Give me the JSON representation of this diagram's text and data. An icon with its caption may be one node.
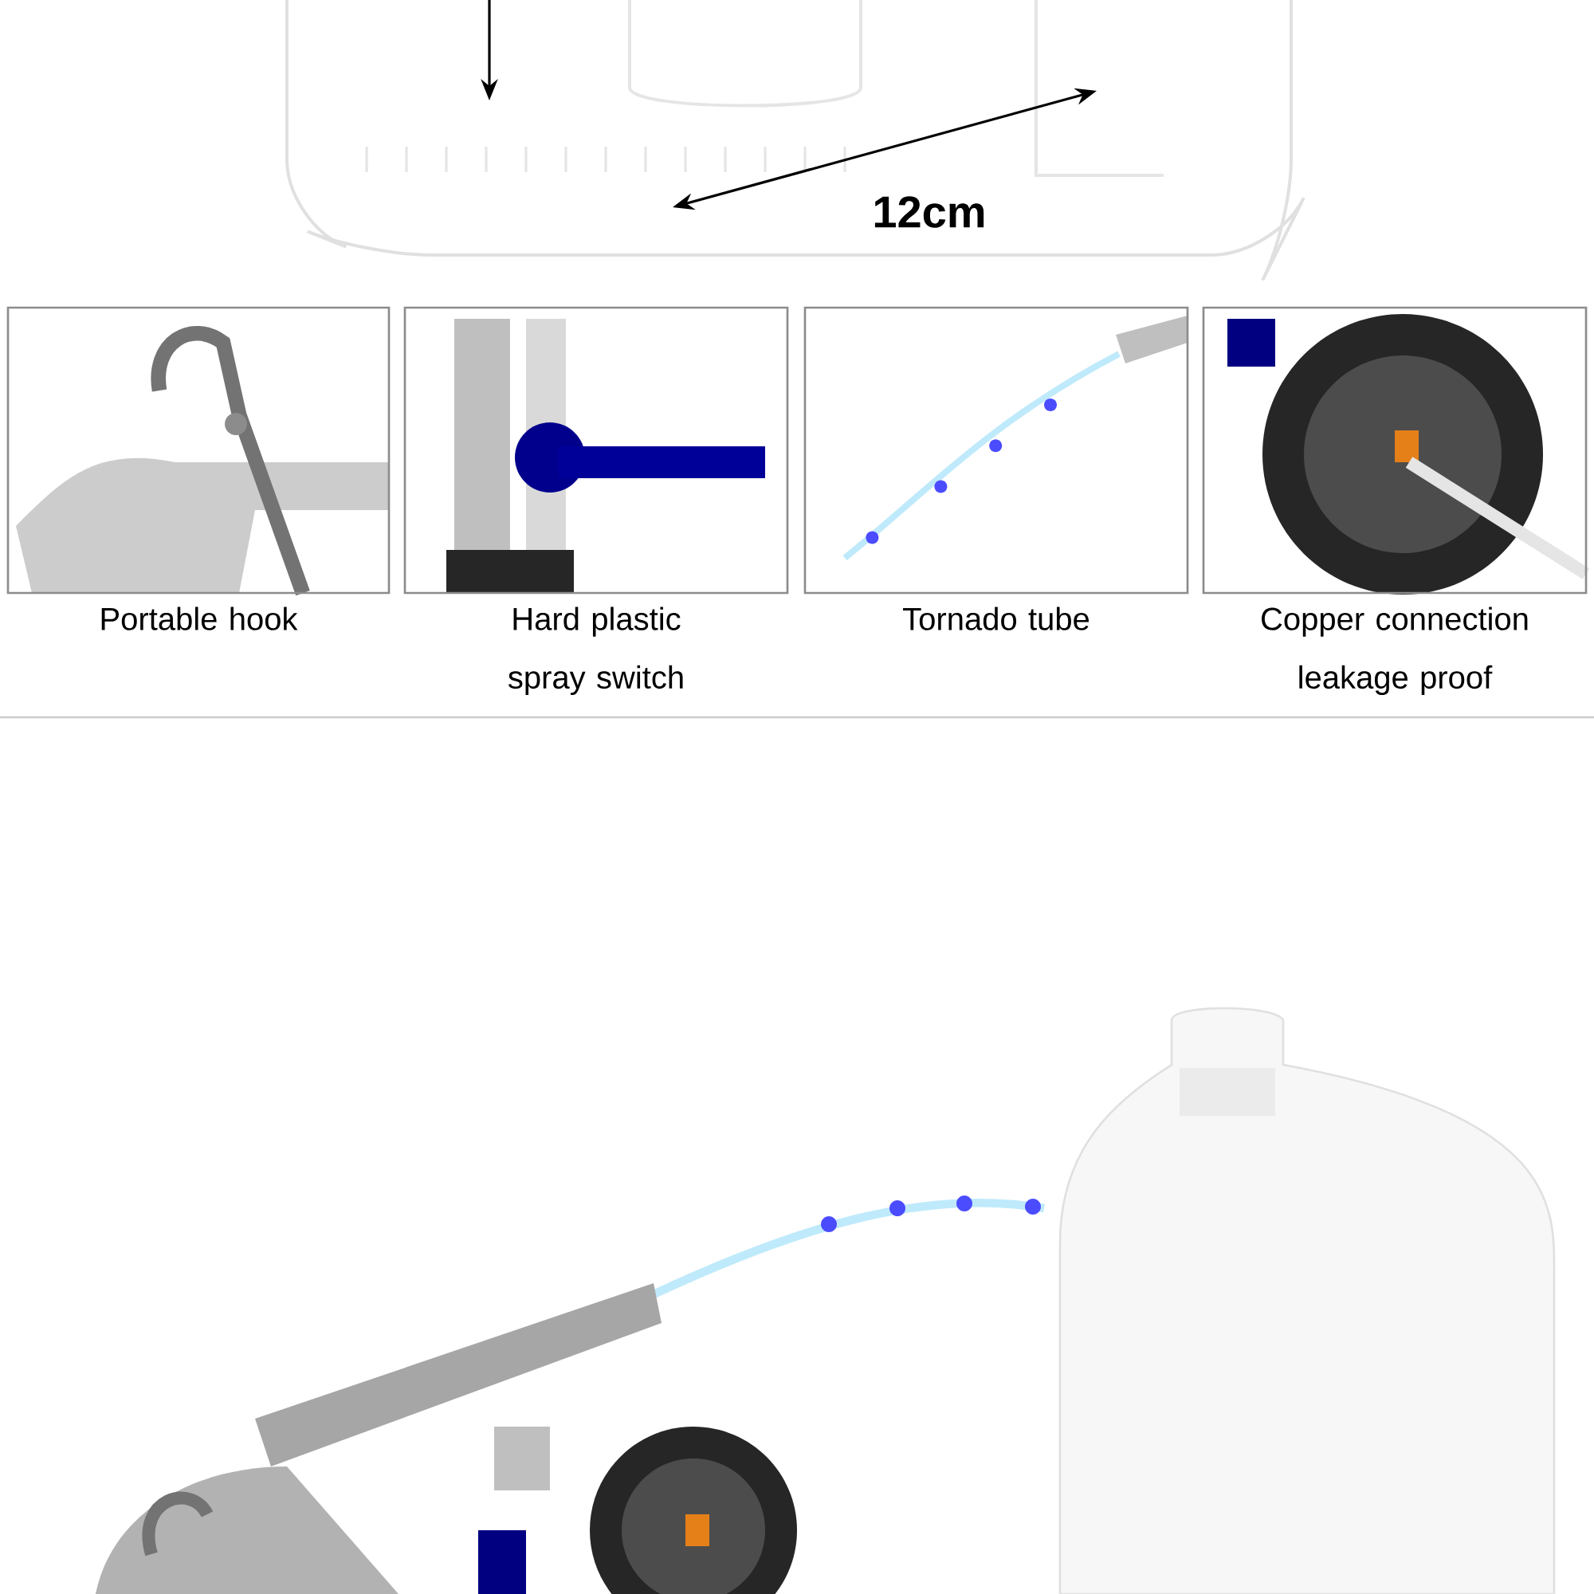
{
  "diagram": {
    "nodes": [
      {
        "text": [
          "Portable hook"
        ]
      },
      {
        "text": [
          "Hard plastic spray switch"
        ]
      },
      {
        "text": [
          "Tornado tube"
        ]
      },
      {
        "text": [
          "Copper connection leakage proof"
        ]
      }
    ],
    "labels": [
      "12cm"
    ]
  }
}
